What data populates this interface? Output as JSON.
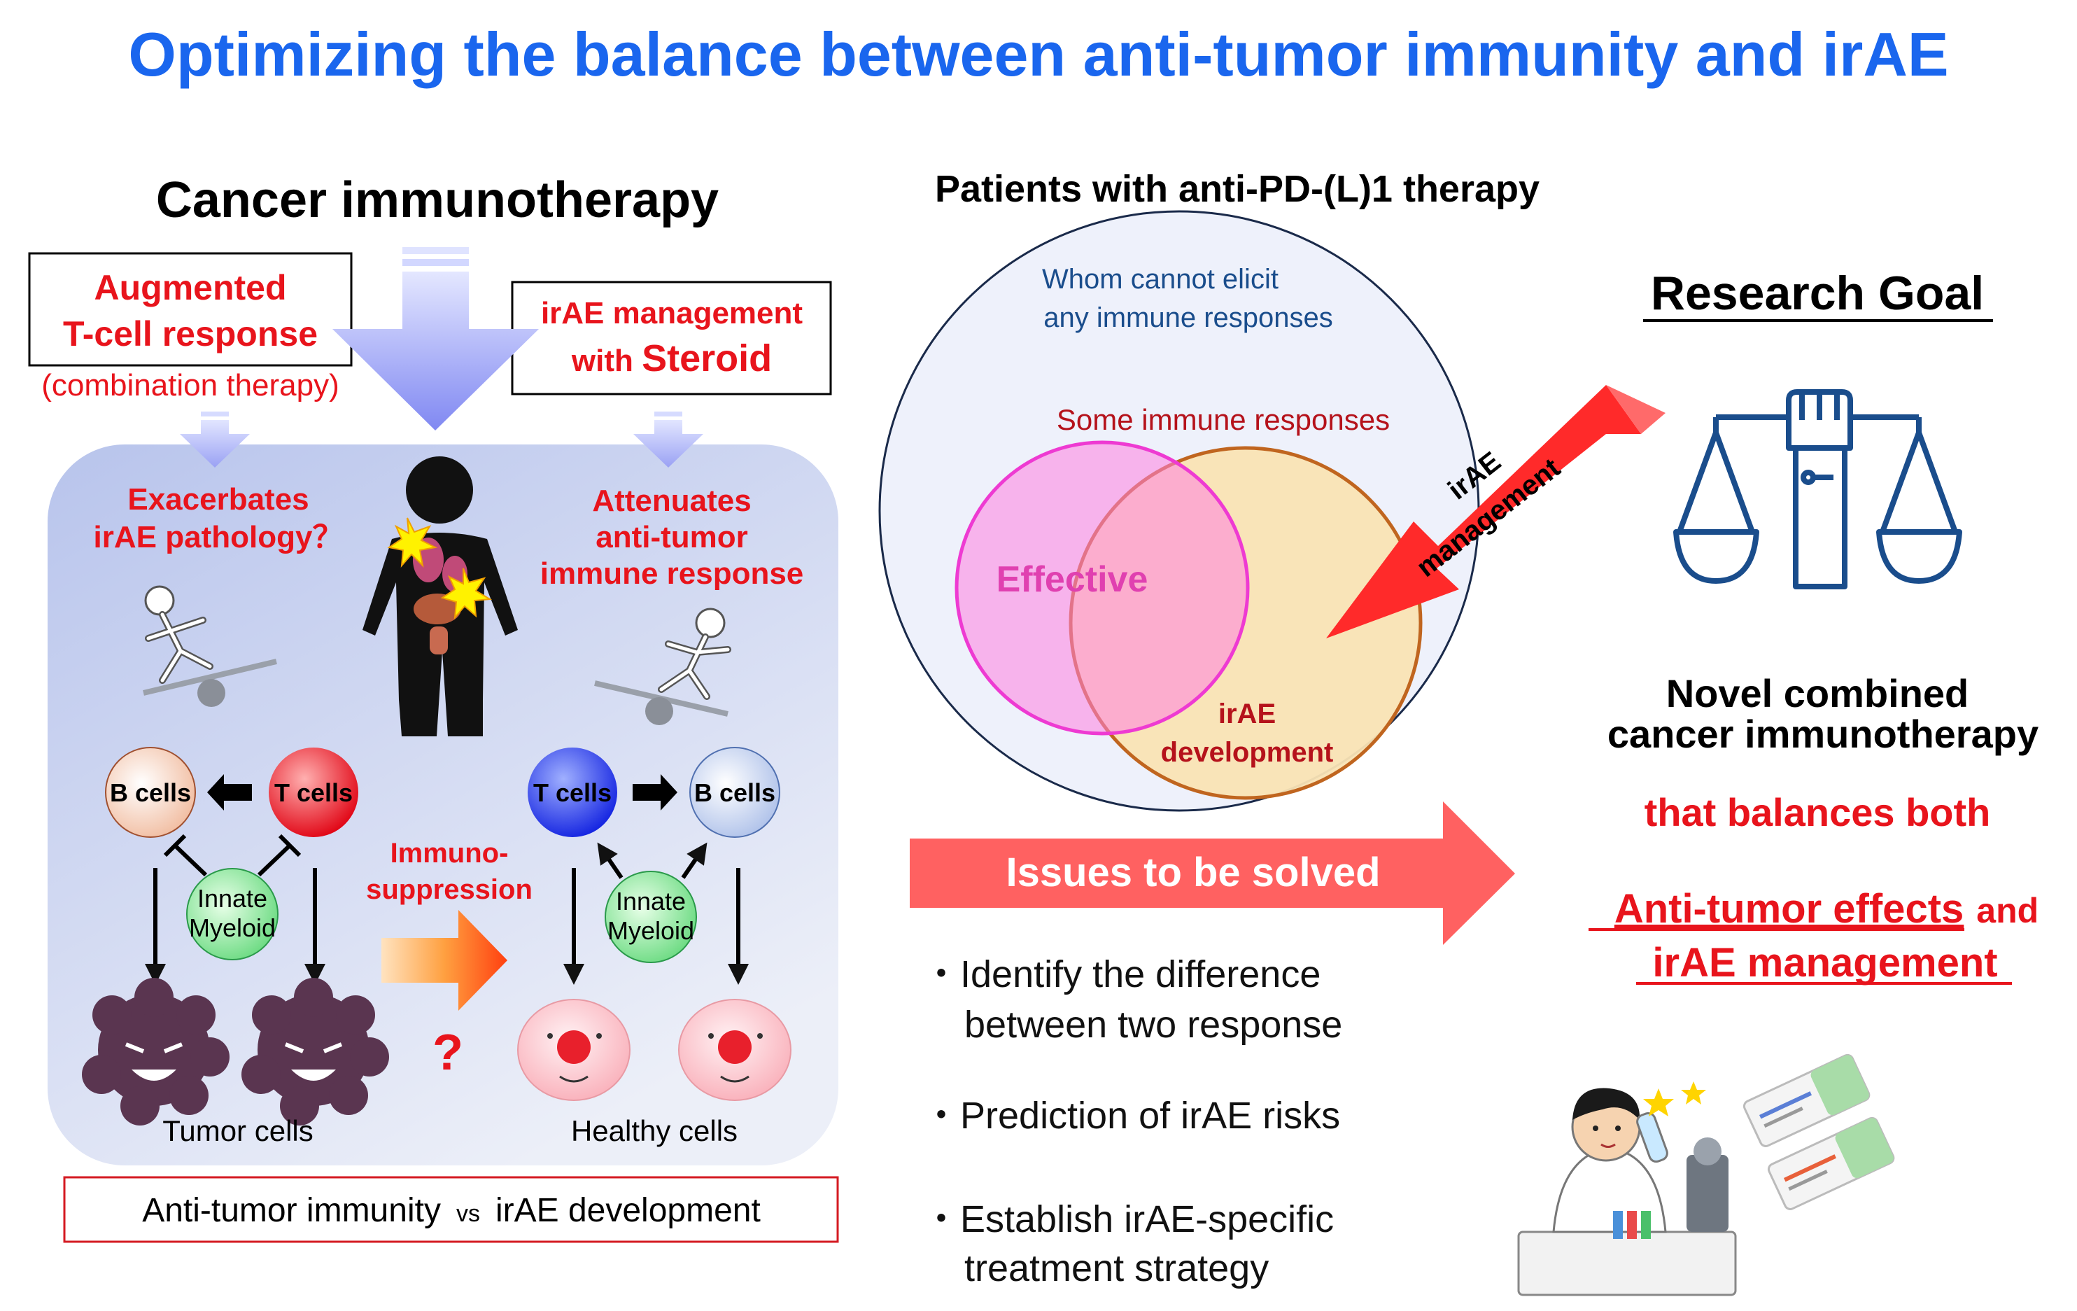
{
  "title": "Optimizing the balance between anti-tumor immunity and irAE",
  "left": {
    "heading": "Cancer immunotherapy",
    "augmented_box": {
      "line1": "Augmented",
      "line2": "T-cell response"
    },
    "combination_note": "(combination therapy)",
    "irae_box": {
      "line1": "irAE management",
      "line2_prefix": "with ",
      "line2_emph": "Steroid"
    },
    "exacerbates": {
      "line1": "Exacerbates",
      "line2": "irAE pathology？"
    },
    "attenuates": {
      "line1": "Attenuates",
      "line2": "anti-tumor",
      "line3": "immune response"
    },
    "b_cells_label": "B cells",
    "t_cells_label": "T cells",
    "innate_line1": "Innate",
    "innate_line2": "Myeloid",
    "immuno_line1": "Immuno-",
    "immuno_line2": "suppression",
    "question_mark": "?",
    "tumor_cells_label": "Tumor cells",
    "healthy_cells_label": "Healthy cells",
    "bottom_box": {
      "left": "Anti-tumor immunity",
      "vs": "vs",
      "right": "irAE development"
    }
  },
  "middle": {
    "heading": "Patients with anti-PD-(L)1 therapy",
    "outer_line1": "Whom cannot elicit",
    "outer_line2": "any immune responses",
    "some_responses": "Some immune responses",
    "effective": "Effective",
    "irae_dev_line1": "irAE",
    "irae_dev_line2": "development",
    "red_arrow_line1": "irAE",
    "red_arrow_line2": "management",
    "issues_label": "Issues to be solved",
    "bullets": [
      {
        "line1": "・Identify the difference",
        "line2": "between two response"
      },
      {
        "line1": "・Prediction of irAE risks",
        "line2": ""
      },
      {
        "line1": "・Establish irAE-specific",
        "line2": "treatment strategy"
      }
    ]
  },
  "right": {
    "research_goal": "Research Goal",
    "novel_line1": "Novel combined",
    "novel_line2": "cancer immunotherapy",
    "balances": "that balances both",
    "anti_tumor_effects": "Anti-tumor effects",
    "and_word": "and",
    "irae_management": "irAE management"
  },
  "colors": {
    "title_blue": "#1a66ee",
    "red_text": "#e8141c",
    "dark_red": "#b5121b",
    "navy": "#1a4d8c",
    "magenta": "#ee3ad2",
    "orange_ring": "#c0651f",
    "issues_arrow": "#ff6161"
  }
}
